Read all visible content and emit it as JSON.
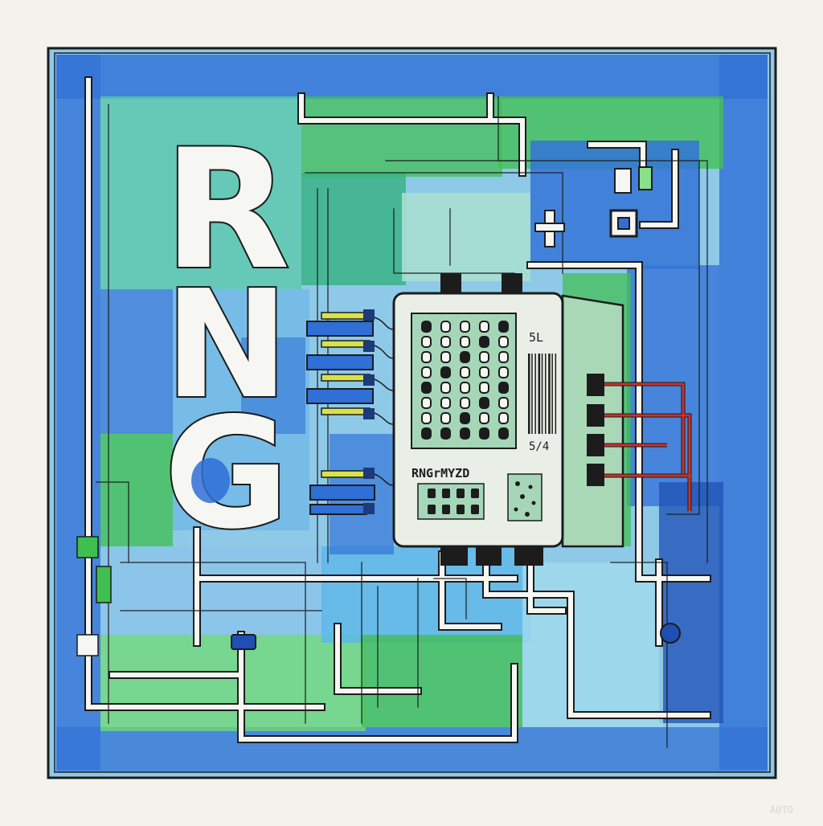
{
  "artwork": {
    "title_letters": [
      "R",
      "N",
      "G"
    ],
    "chip_label": "RNGrMYZD",
    "side_labels": [
      "5L",
      "5/4"
    ],
    "watermark": "AUTO"
  },
  "colors": {
    "paper": "#f3f2ec",
    "blue": "#2f6fd6",
    "blue_dark": "#1d4fb5",
    "blue_light": "#8cc3ea",
    "green": "#3fbf4f",
    "green_light": "#8be08a",
    "teal": "#5ac9a6",
    "ink": "#1c1c1c",
    "trace_white": "#f6f7f2",
    "red_wire": "#c8322b",
    "chip_body": "#e9efe6",
    "chip_screen": "#a6d6b8"
  }
}
